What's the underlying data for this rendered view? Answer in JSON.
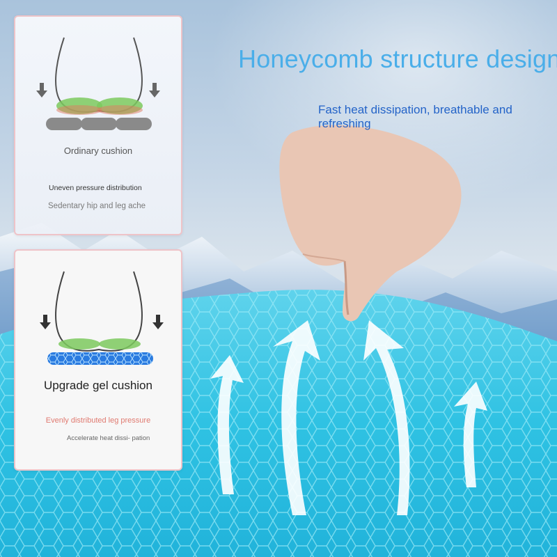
{
  "headline": "Honeycomb structure design",
  "subline": "Fast heat dissipation, breathable and refreshing",
  "ordinary_card": {
    "title": "Ordinary cushion",
    "line1": "Uneven pressure distribution",
    "line2": "Sedentary hip and leg ache"
  },
  "gel_card": {
    "title": "Upgrade gel cushion",
    "line1": "Evenly distributed leg pressure",
    "line2": "Accelerate heat dissi- pation"
  },
  "colors": {
    "headline": "#4aaee9",
    "subline": "#2363c8",
    "card_border": "#eec3c8",
    "gel_blue": "#2fc6e6",
    "pressure_green": "#7cc95e"
  }
}
